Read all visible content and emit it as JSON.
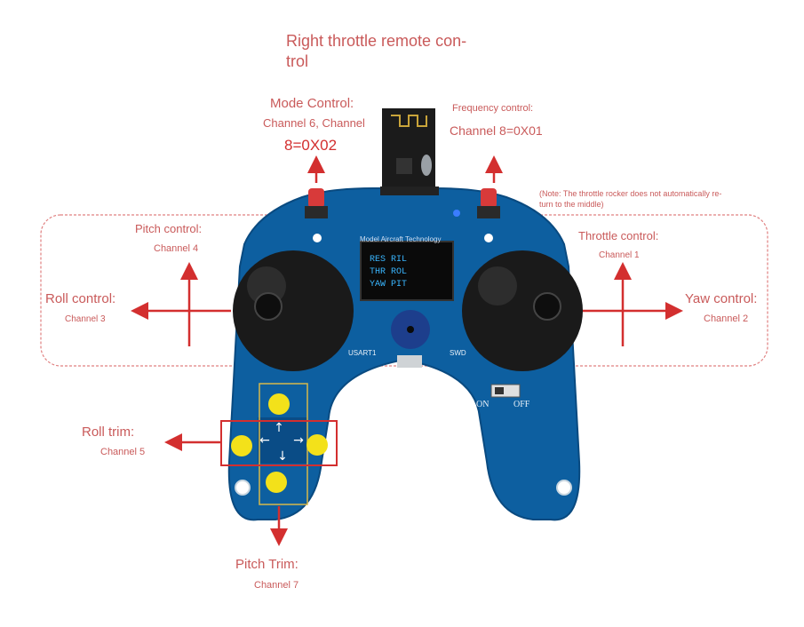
{
  "title_lines": [
    "Right throttle remote con-",
    "trol"
  ],
  "colors": {
    "label": "#c95a5a",
    "arrow": "#d32f2f",
    "board": "#0d5fa0",
    "board_dark": "#094a80",
    "joystick": "#1a1a1a",
    "screen_text": "#39b6ff",
    "trim_button": "#f3e11a",
    "red_cap": "#d83a3a",
    "outline": "#e08080"
  },
  "labels": {
    "mode_control": {
      "title": "Mode Control:",
      "line2": "Channel 6, Channel",
      "line3": "8=0X02"
    },
    "frequency_control": {
      "title": "Frequency control:",
      "line2": "Channel 8=0X01"
    },
    "note": {
      "line1": "(Note: The throttle rocker does not automatically re-",
      "line2": "turn to the middle)"
    },
    "pitch_control": {
      "title": "Pitch control:",
      "channel": "Channel 4"
    },
    "roll_control": {
      "title": "Roll control:",
      "channel": "Channel 3"
    },
    "throttle_control": {
      "title": "Throttle control:",
      "channel": "Channel 1"
    },
    "yaw_control": {
      "title": "Yaw control:",
      "channel": "Channel 2"
    },
    "roll_trim": {
      "title": "Roll trim:",
      "channel": "Channel 5"
    },
    "pitch_trim": {
      "title": "Pitch Trim:",
      "channel": "Channel 7"
    }
  },
  "board": {
    "silkscreen": "Model Aircraft Technology",
    "screen_lines": [
      "RES  RIL",
      "THR  ROL",
      "YAW  PIT"
    ],
    "switch_on": "ON",
    "switch_off": "OFF",
    "usb_label": "USART1",
    "swd_label": "SWD"
  }
}
